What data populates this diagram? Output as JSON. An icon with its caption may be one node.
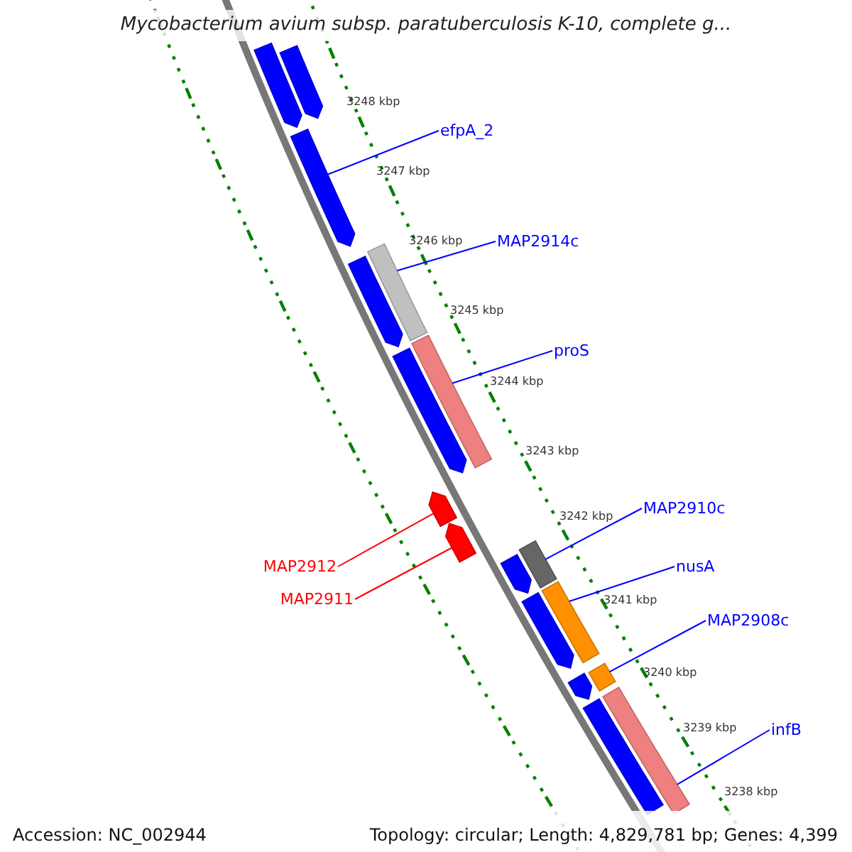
{
  "diagram": {
    "title": "Mycobacterium avium subsp. paratuberculosis K-10, complete g...",
    "nodes": [
      {
        "text": [
          "efpA_2"
        ]
      },
      {
        "text": [
          "MAP2914c"
        ]
      },
      {
        "text": [
          "proS"
        ]
      },
      {
        "text": [
          "MAP2912"
        ]
      },
      {
        "text": [
          "MAP2911"
        ]
      },
      {
        "text": [
          "MAP2910c"
        ]
      },
      {
        "text": [
          "nusA"
        ]
      },
      {
        "text": [
          "MAP2908c"
        ]
      },
      {
        "text": [
          "infB"
        ]
      },
      {
        "text": [],
        "shape": "bar"
      },
      {
        "text": [],
        "shape": "bar"
      },
      {
        "text": [],
        "shape": "bar"
      },
      {
        "text": [],
        "shape": "bar"
      },
      {
        "text": [],
        "shape": "bar"
      },
      {
        "text": [],
        "shape": "bar"
      },
      {
        "text": [],
        "shape": "bar"
      },
      {
        "text": [],
        "shape": "bar"
      },
      {
        "text": [],
        "shape": "bar"
      },
      {
        "text": [],
        "shape": "bar"
      },
      {
        "text": [],
        "shape": "bar"
      },
      {
        "text": [],
        "shape": "bar"
      },
      {
        "text": [],
        "shape": "bar"
      },
      {
        "text": [],
        "shape": "bar"
      },
      {
        "text": [],
        "shape": "bar"
      },
      {
        "text": [],
        "shape": "bar"
      },
      {
        "text": [],
        "shape": "bar"
      }
    ],
    "edges": [
      {
        "from": 0,
        "to": 9,
        "arrow": "none"
      },
      {
        "from": 1,
        "to": 10,
        "arrow": "none"
      },
      {
        "from": 2,
        "to": 11,
        "arrow": "none"
      },
      {
        "from": 3,
        "to": 12,
        "arrow": "none",
        "color": "#ff0000"
      },
      {
        "from": 4,
        "to": 13,
        "arrow": "none",
        "color": "#ff0000"
      },
      {
        "from": 5,
        "to": 14,
        "arrow": "none"
      },
      {
        "from": 6,
        "to": 15,
        "arrow": "none"
      },
      {
        "from": 7,
        "to": 16,
        "arrow": "none"
      },
      {
        "from": 8,
        "to": 17,
        "arrow": "none"
      }
    ],
    "labels": [
      "3248 kbp",
      "3247 kbp",
      "3246 kbp",
      "3245 kbp",
      "3244 kbp",
      "3243 kbp",
      "3242 kbp",
      "3241 kbp",
      "3240 kbp",
      "3239 kbp",
      "3238 kbp",
      "Accession: NC_002944",
      "Topology: circular; Length: 4,829,781 bp; Genes: 4,399"
    ]
  }
}
